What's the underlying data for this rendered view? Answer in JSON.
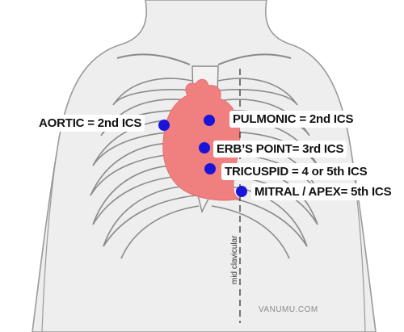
{
  "colors": {
    "heart": "#f08080",
    "dot": "#1a14d9",
    "outline": "#9a9a9a",
    "body": "#eeeeee"
  },
  "labels": {
    "aortic": "AORTIC = 2nd ICS",
    "pulmonic": "PULMONIC = 2nd ICS",
    "erbs_point": "ERB’S POINT= 3rd ICS",
    "tricuspid": "TRICUSPID = 4 or 5th ICS",
    "mitral_apex": "MITRAL / APEX= 5th ICS"
  },
  "line_label": "mid clavicular",
  "watermark": "VANUMU.COM",
  "icons": [
    "torso-illustration",
    "rib-cage",
    "heart",
    "auscultation-dot"
  ]
}
